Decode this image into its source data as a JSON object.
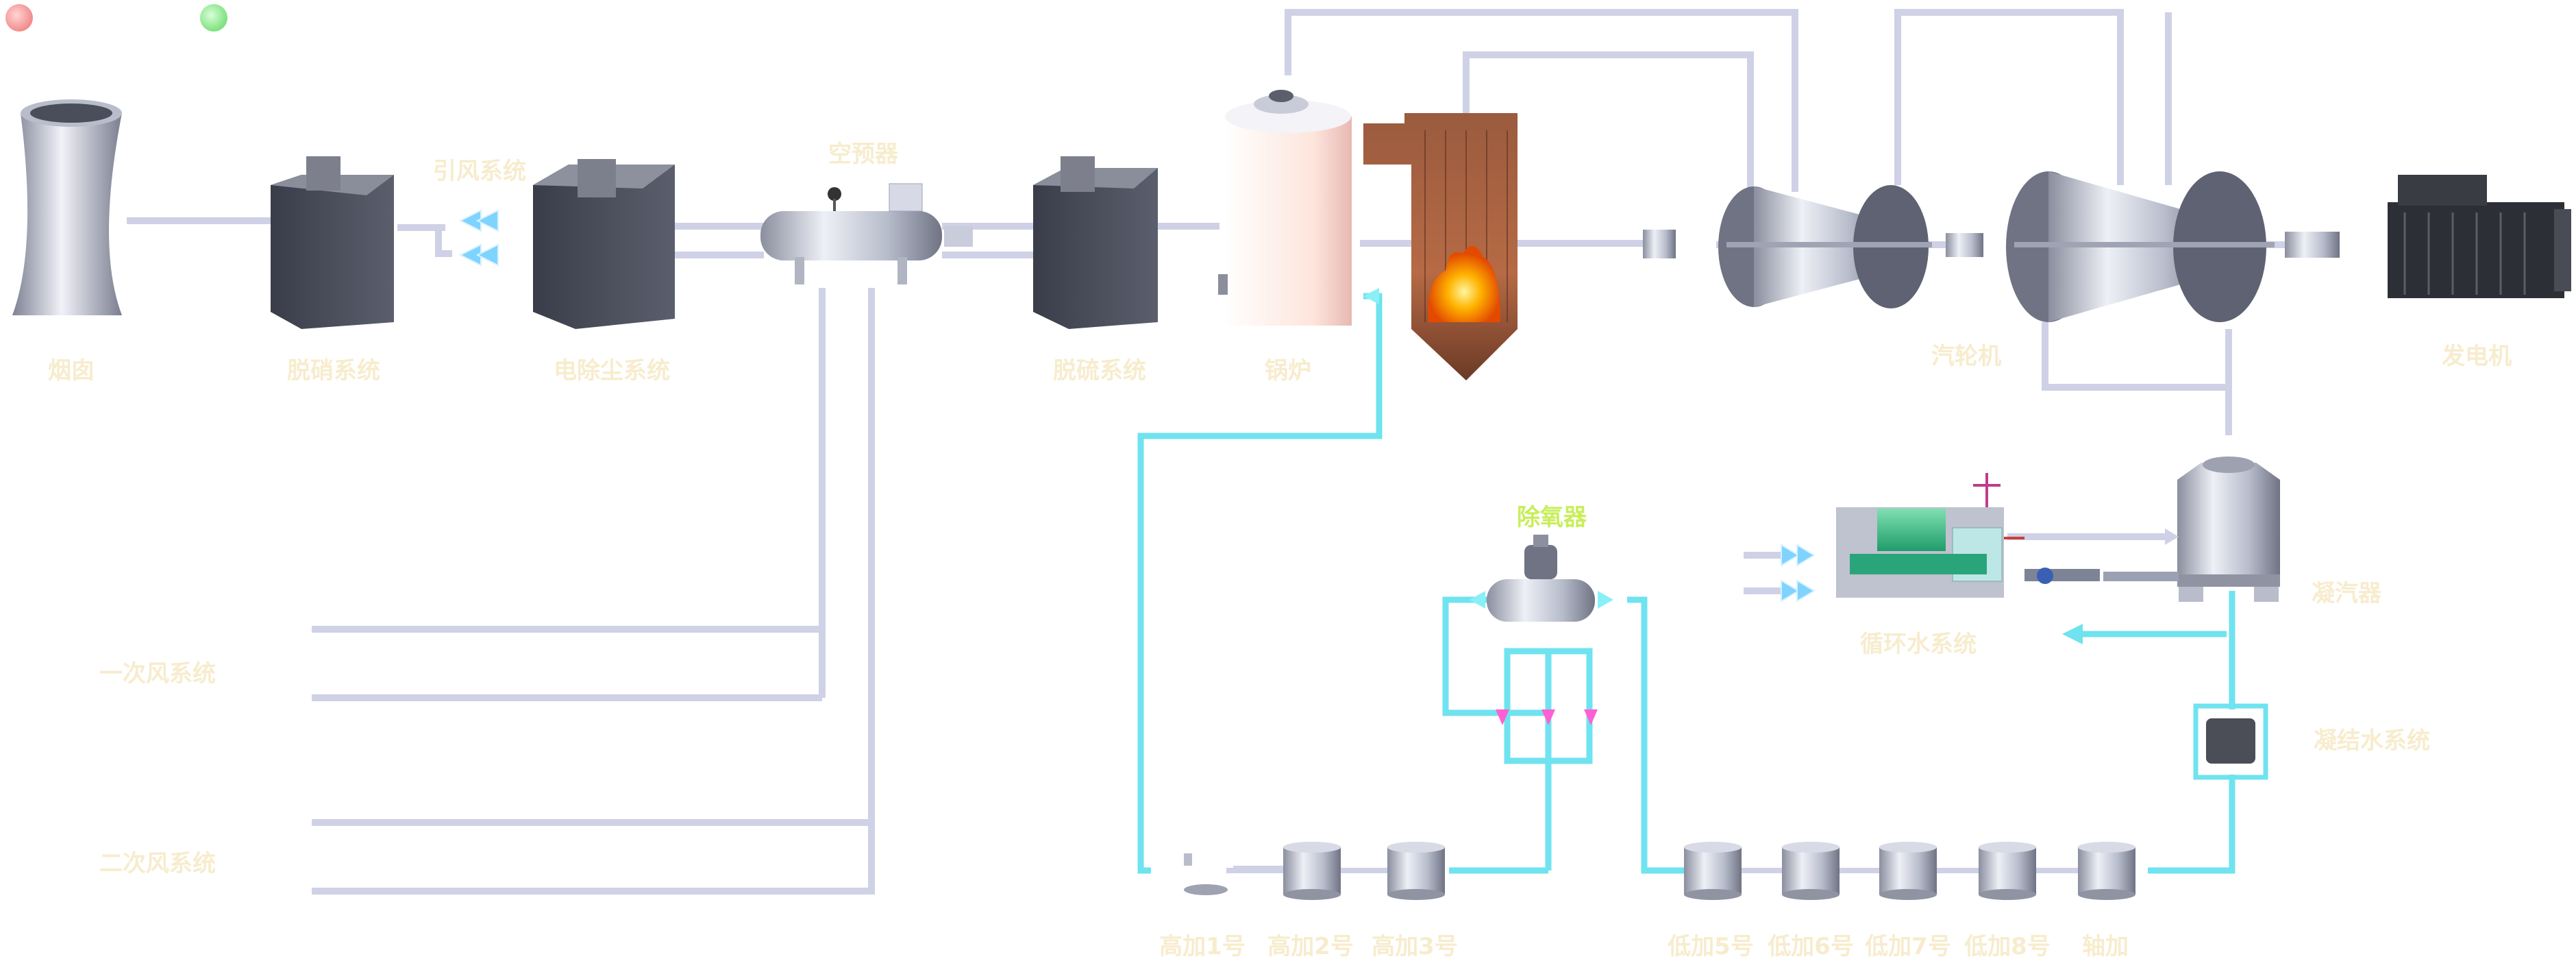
{
  "labels": {
    "chimney": "烟囱",
    "denitration": "脱硝系统",
    "induced_draft": "引风系统",
    "esp": "电除尘系统",
    "air_preheater": "空预器",
    "desulfurization": "脱硫系统",
    "boiler": "锅炉",
    "turbine": "汽轮机",
    "generator": "发电机",
    "primary_air": "一次风系统",
    "secondary_air": "二次风系统",
    "deaerator": "除氧器",
    "circulating_water": "循环水系统",
    "condenser": "凝汽器",
    "condensate": "凝结水系统",
    "hp_heaters": [
      "高加1号",
      "高加2号",
      "高加3号"
    ],
    "lp_heaters": [
      "低加5号",
      "低加6号",
      "低加7号",
      "低加8号"
    ],
    "shaft_heater": "轴加"
  },
  "status": {
    "indicator_1": "red",
    "indicator_2": "green"
  },
  "colors": {
    "steam_pipe": "#cfd1e6",
    "water_pipe": "#6fe3ef",
    "flow_arrow_blue": "#7fd3ff",
    "flow_arrow_pink": "#ff5fd2",
    "label": "#f7eccd",
    "label_highlight": "#c8ee5a"
  }
}
